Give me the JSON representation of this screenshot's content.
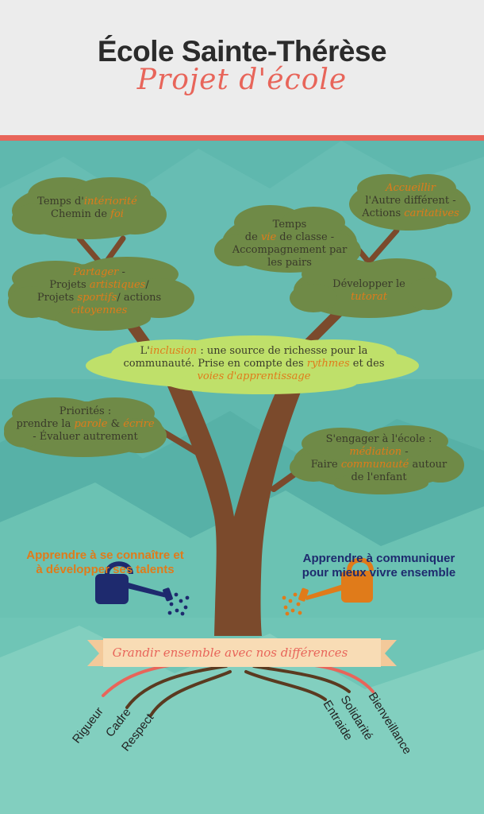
{
  "header": {
    "title": "École Sainte-Thérèse",
    "subtitle": "Projet d'école"
  },
  "clouds": {
    "interiorite": {
      "l1a": "Temps d'",
      "l1b": "intériorité",
      "l2a": "Chemin de ",
      "l2b": "foi"
    },
    "partager": {
      "l1": "Partager",
      "l1b": " -",
      "l2a": "Projets ",
      "l2b": "artistiques",
      "l2c": "/",
      "l3a": "Projets ",
      "l3b": "sportifs",
      "l3c": "/ actions",
      "l4": "citoyennes"
    },
    "accueillir": {
      "l1": "Accueillir",
      "l2": "l'Autre différent -",
      "l3a": "Actions ",
      "l3b": "caritatives"
    },
    "vie_classe": {
      "l1": "Temps",
      "l2a": "de ",
      "l2b": "vie",
      "l2c": " de classe -",
      "l3": "Accompagnement par",
      "l4": "les pairs"
    },
    "tutorat": {
      "l1": "Développer le",
      "l2": "tutorat"
    },
    "inclusion": {
      "l1a": "L'",
      "l1b": "inclusion",
      "l1c": " : une source de richesse pour la",
      "l2a": "communauté. Prise en compte des ",
      "l2b": "rythmes",
      "l2c": " et des",
      "l3": "voies d'apprentissage"
    },
    "priorites": {
      "l1": "Priorités :",
      "l2a": "prendre la ",
      "l2b": "parole",
      "l2c": " & ",
      "l2d": "écrire",
      "l3": "- Évaluer autrement"
    },
    "engager": {
      "l1": "S'engager à l'école :",
      "l2a": "médiation",
      "l2b": " -",
      "l3a": "Faire ",
      "l3b": "communauté",
      "l3c": " autour",
      "l4": "de l'enfant"
    }
  },
  "left_message": {
    "l1": "Apprendre à se connaître et",
    "l2": "à développer ses talents",
    "color": "#e07b1a"
  },
  "right_message": {
    "l1": "Apprendre à communiquer",
    "l2": "pour mieux vivre ensemble",
    "color": "#1e2a6e"
  },
  "banner": "Grandir ensemble avec nos différences",
  "roots": {
    "left": [
      "Rigueur",
      "Cadre",
      "Respect"
    ],
    "right": [
      "Entraide",
      "Solidarité",
      "Bienveillance"
    ]
  },
  "colors": {
    "accent": "#e8655a",
    "highlight": "#e07b1a",
    "trunk": "#7b4a2c",
    "cloud_dark": "#6f8a47",
    "cloud_light": "#bfe06a",
    "background": "#5fb8ae"
  }
}
